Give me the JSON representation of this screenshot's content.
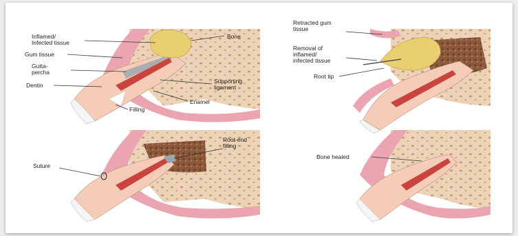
{
  "panels": {
    "top_left": {
      "labels": {
        "inflamed_line1": "Inflamed/",
        "inflamed_line2": "Infected tissue",
        "bone": "Bone",
        "gum": "Gum tissue",
        "gutta1": "Gutta-",
        "gutta2": "percha",
        "dentin": "Dentin",
        "ligament1": "Supporting",
        "ligament2": "ligament",
        "enamel": "Enamel",
        "filling": "Filling"
      }
    },
    "top_right": {
      "labels": {
        "retracted1": "Retracted gum",
        "retracted2": "tissue",
        "removal1": "Removal of",
        "removal2": "inflamed/",
        "removal3": "infected tissue",
        "root_tip": "Root tip"
      }
    },
    "bottom_left": {
      "labels": {
        "suture": "Suture",
        "rootend1": "Root-end",
        "rootend2": "filling"
      }
    },
    "bottom_right": {
      "labels": {
        "bone_healed": "Bone healed"
      }
    }
  },
  "colors": {
    "bone": "#ecd2b6",
    "gum": "#eaa5b0",
    "dentin": "#f4ccb8",
    "pulp": "#c9443e",
    "ligament": "#9aa5ad",
    "enamel": "#f5f5f5",
    "infection": "#e9cf6f",
    "cavity": "#8a5a3b"
  }
}
